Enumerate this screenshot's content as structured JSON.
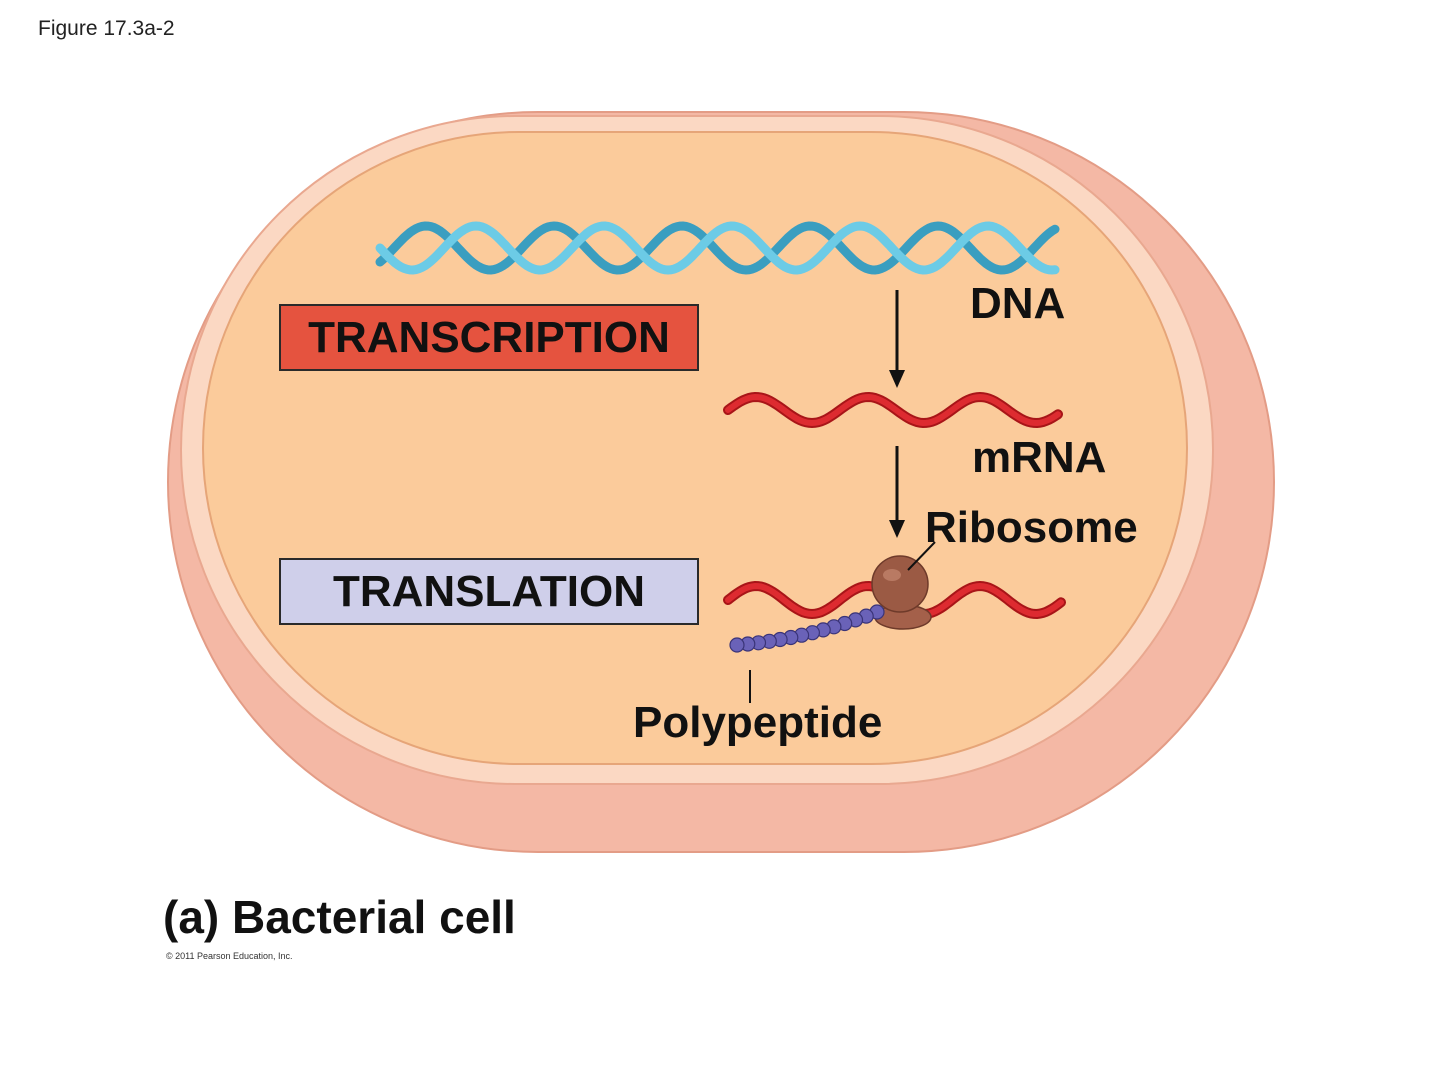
{
  "figure_label": "Figure 17.3a-2",
  "caption": "(a) Bacterial cell",
  "copyright": "© 2011 Pearson Education, Inc.",
  "processes": {
    "transcription": {
      "label": "TRANSCRIPTION",
      "color": "#e5533f"
    },
    "translation": {
      "label": "TRANSLATION",
      "color": "#cfcfea"
    }
  },
  "labels": {
    "dna": "DNA",
    "mrna": "mRNA",
    "ribosome": "Ribosome",
    "polypeptide": "Polypeptide"
  },
  "colors": {
    "cell_wall": "#f4b8a5",
    "cell_membrane": "#fbd8c3",
    "cytoplasm": "#fbcb9b",
    "dna_strand": "#5ec1dd",
    "mrna_strand": "#d8262b",
    "ribosome": "#9b5a44",
    "polypeptide": "#6a62b8"
  }
}
